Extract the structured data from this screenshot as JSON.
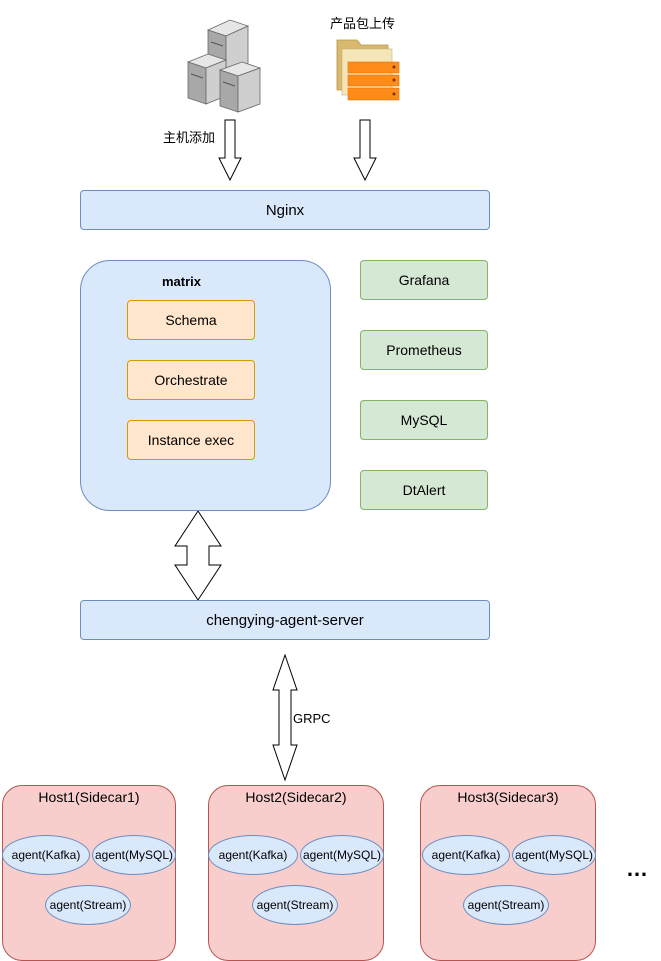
{
  "inputs": {
    "host_add_label": "主机添加",
    "package_upload_label": "产品包上传"
  },
  "nginx": {
    "label": "Nginx"
  },
  "matrix": {
    "title": "matrix",
    "modules": [
      "Schema",
      "Orchestrate",
      "Instance exec"
    ]
  },
  "services": [
    "Grafana",
    "Prometheus",
    "MySQL",
    "DtAlert"
  ],
  "agent_server": {
    "label": "chengying-agent-server"
  },
  "grpc_label": "GRPC",
  "hosts": [
    {
      "title": "Host1(Sidecar1)",
      "agents": [
        "agent(Kafka)",
        "agent(MySQL)",
        "agent(Stream)"
      ]
    },
    {
      "title": "Host2(Sidecar2)",
      "agents": [
        "agent(Kafka)",
        "agent(MySQL)",
        "agent(Stream)"
      ]
    },
    {
      "title": "Host3(Sidecar3)",
      "agents": [
        "agent(Kafka)",
        "agent(MySQL)",
        "agent(Stream)"
      ]
    }
  ],
  "more_indicator": "…",
  "colors": {
    "blue_fill": "#dae8fc",
    "blue_stroke": "#6c8ebf",
    "orange_fill": "#ffe6cc",
    "orange_stroke": "#d79b00",
    "green_fill": "#d5e8d4",
    "green_stroke": "#82b366",
    "red_fill": "#f8cecc",
    "red_stroke": "#b85450"
  },
  "icons": [
    "server-cluster-icon",
    "folder-package-icon"
  ]
}
